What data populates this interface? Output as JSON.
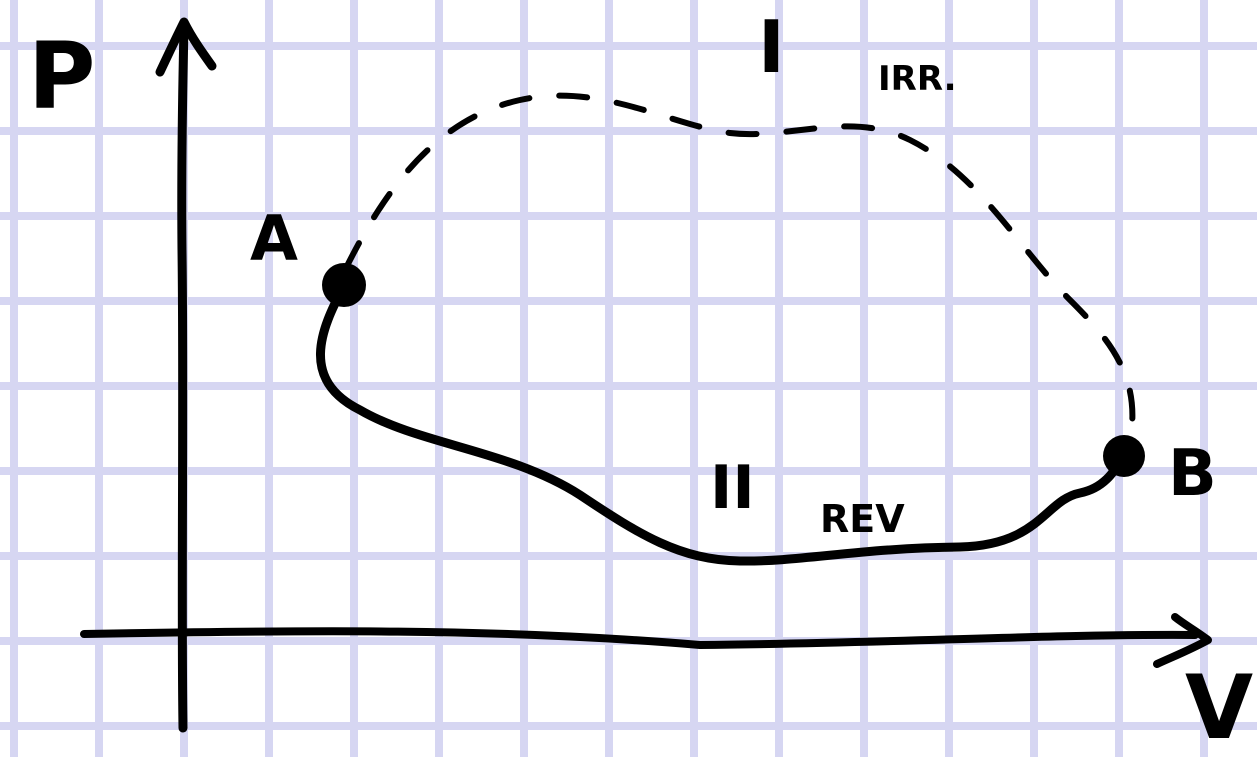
{
  "axes": {
    "y_label": "P",
    "x_label": "V"
  },
  "points": {
    "a_label": "A",
    "b_label": "B"
  },
  "paths": {
    "irreversible": {
      "numeral": "I",
      "tag": "IRR."
    },
    "reversible": {
      "numeral": "II",
      "tag": "REV"
    }
  },
  "colors": {
    "ink": "#000000",
    "grid": "#d6d6f2",
    "paper": "#ffffff"
  }
}
